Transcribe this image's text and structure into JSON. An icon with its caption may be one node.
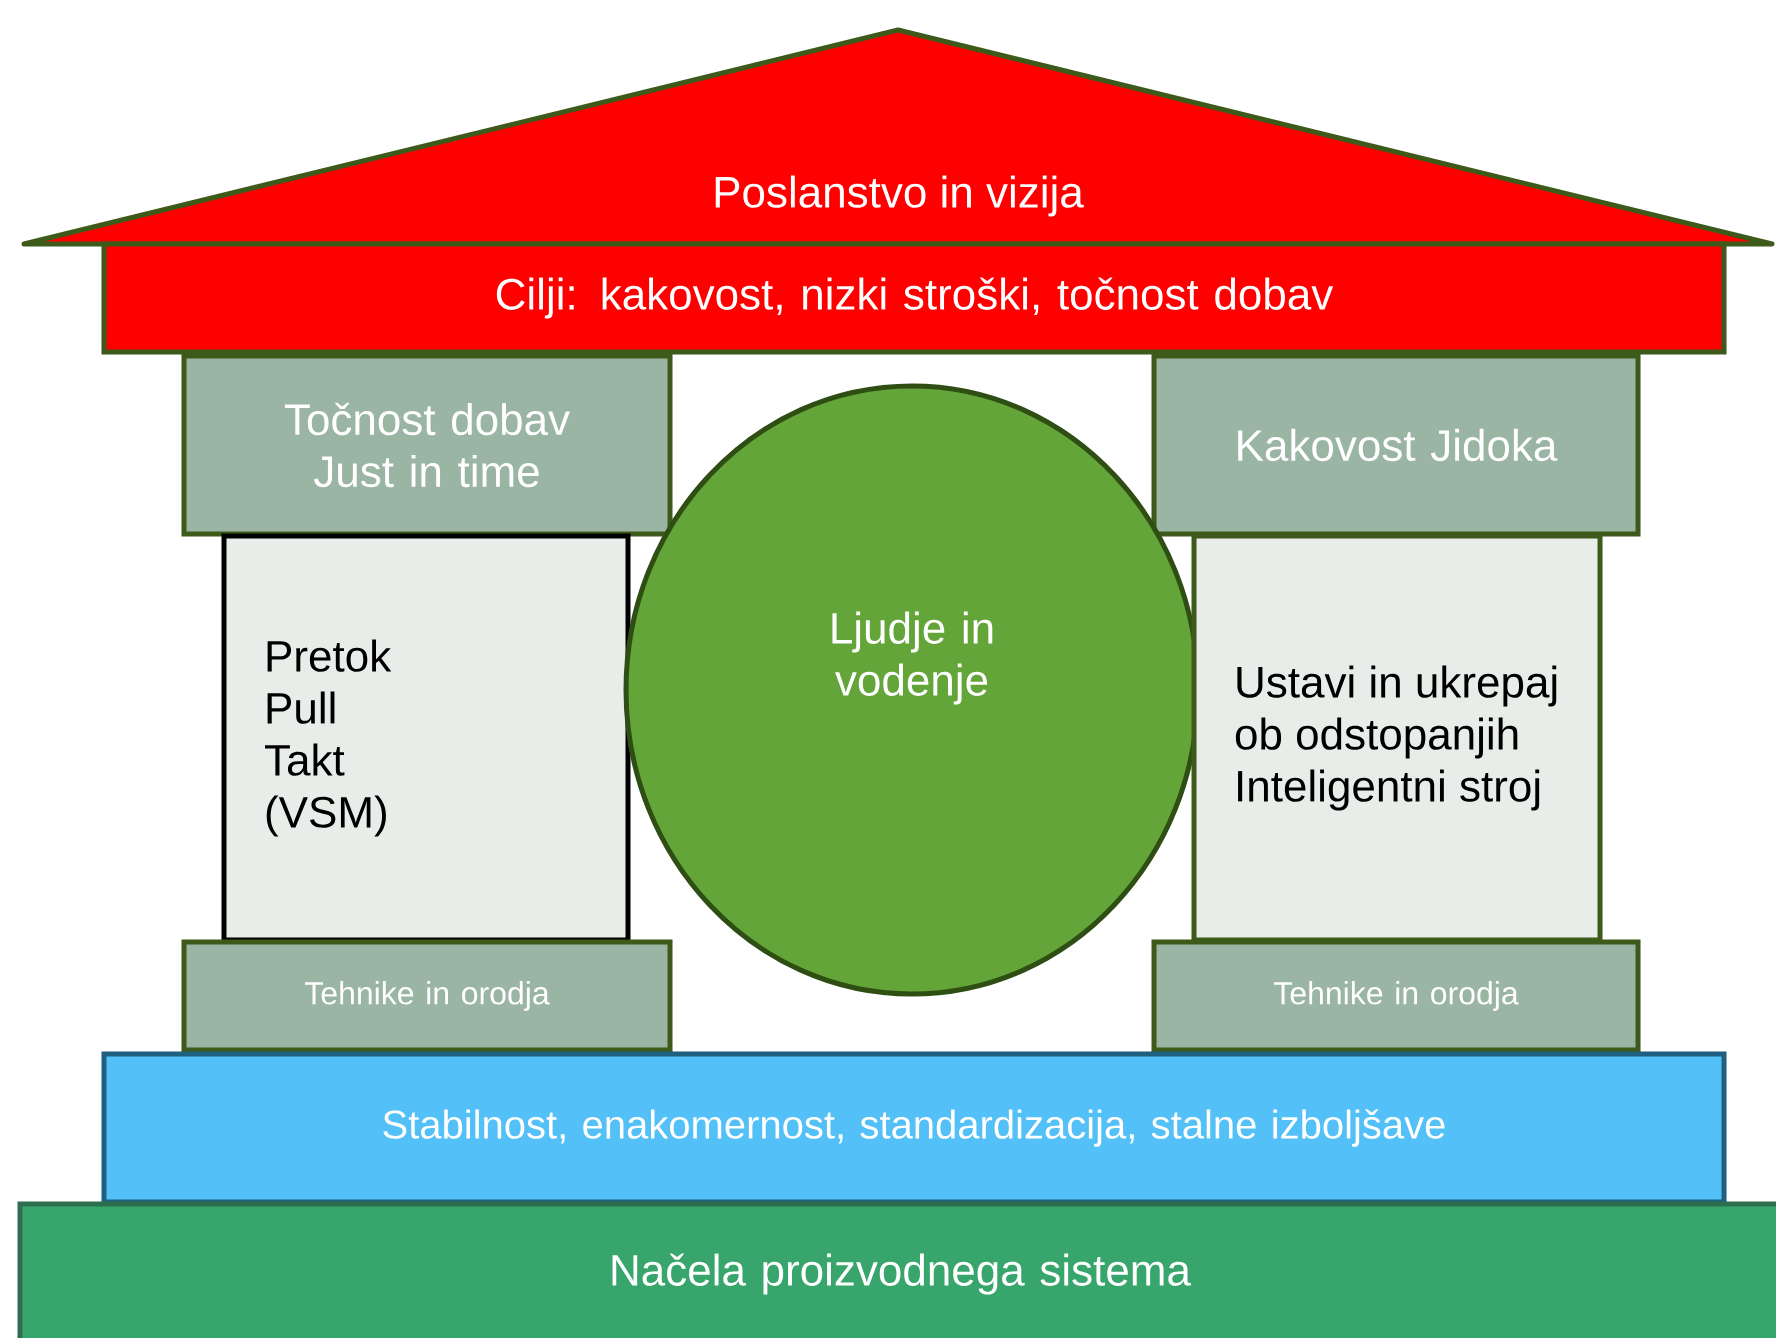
{
  "diagram": {
    "nodes": [
      {
        "text": [
          "Poslanstvo in vizija"
        ]
      },
      {
        "text": [
          "Cilji: kakovost, nizki stroški, točnost dobav"
        ]
      },
      {
        "text": [
          "Točnost dobav Just in time"
        ]
      },
      {
        "text": [
          "Kakovost Jidoka"
        ]
      },
      {
        "text": [
          "Pretok",
          "Pull",
          "Takt",
          "(VSM)"
        ]
      },
      {
        "text": [
          "Ljudje in vodenje"
        ]
      },
      {
        "text": [
          "Ustavi in ukrepaj ob odstopanjih",
          "Inteligentni stroj"
        ]
      },
      {
        "text": [
          "Tehnike in orodja"
        ]
      },
      {
        "text": [
          "Tehnike in orodja"
        ]
      },
      {
        "text": [
          "Stabilnost, enakomernost, standardizacija, stalne izboljšave"
        ]
      },
      {
        "text": [
          "Načela proizvodnega sistema"
        ]
      }
    ]
  }
}
